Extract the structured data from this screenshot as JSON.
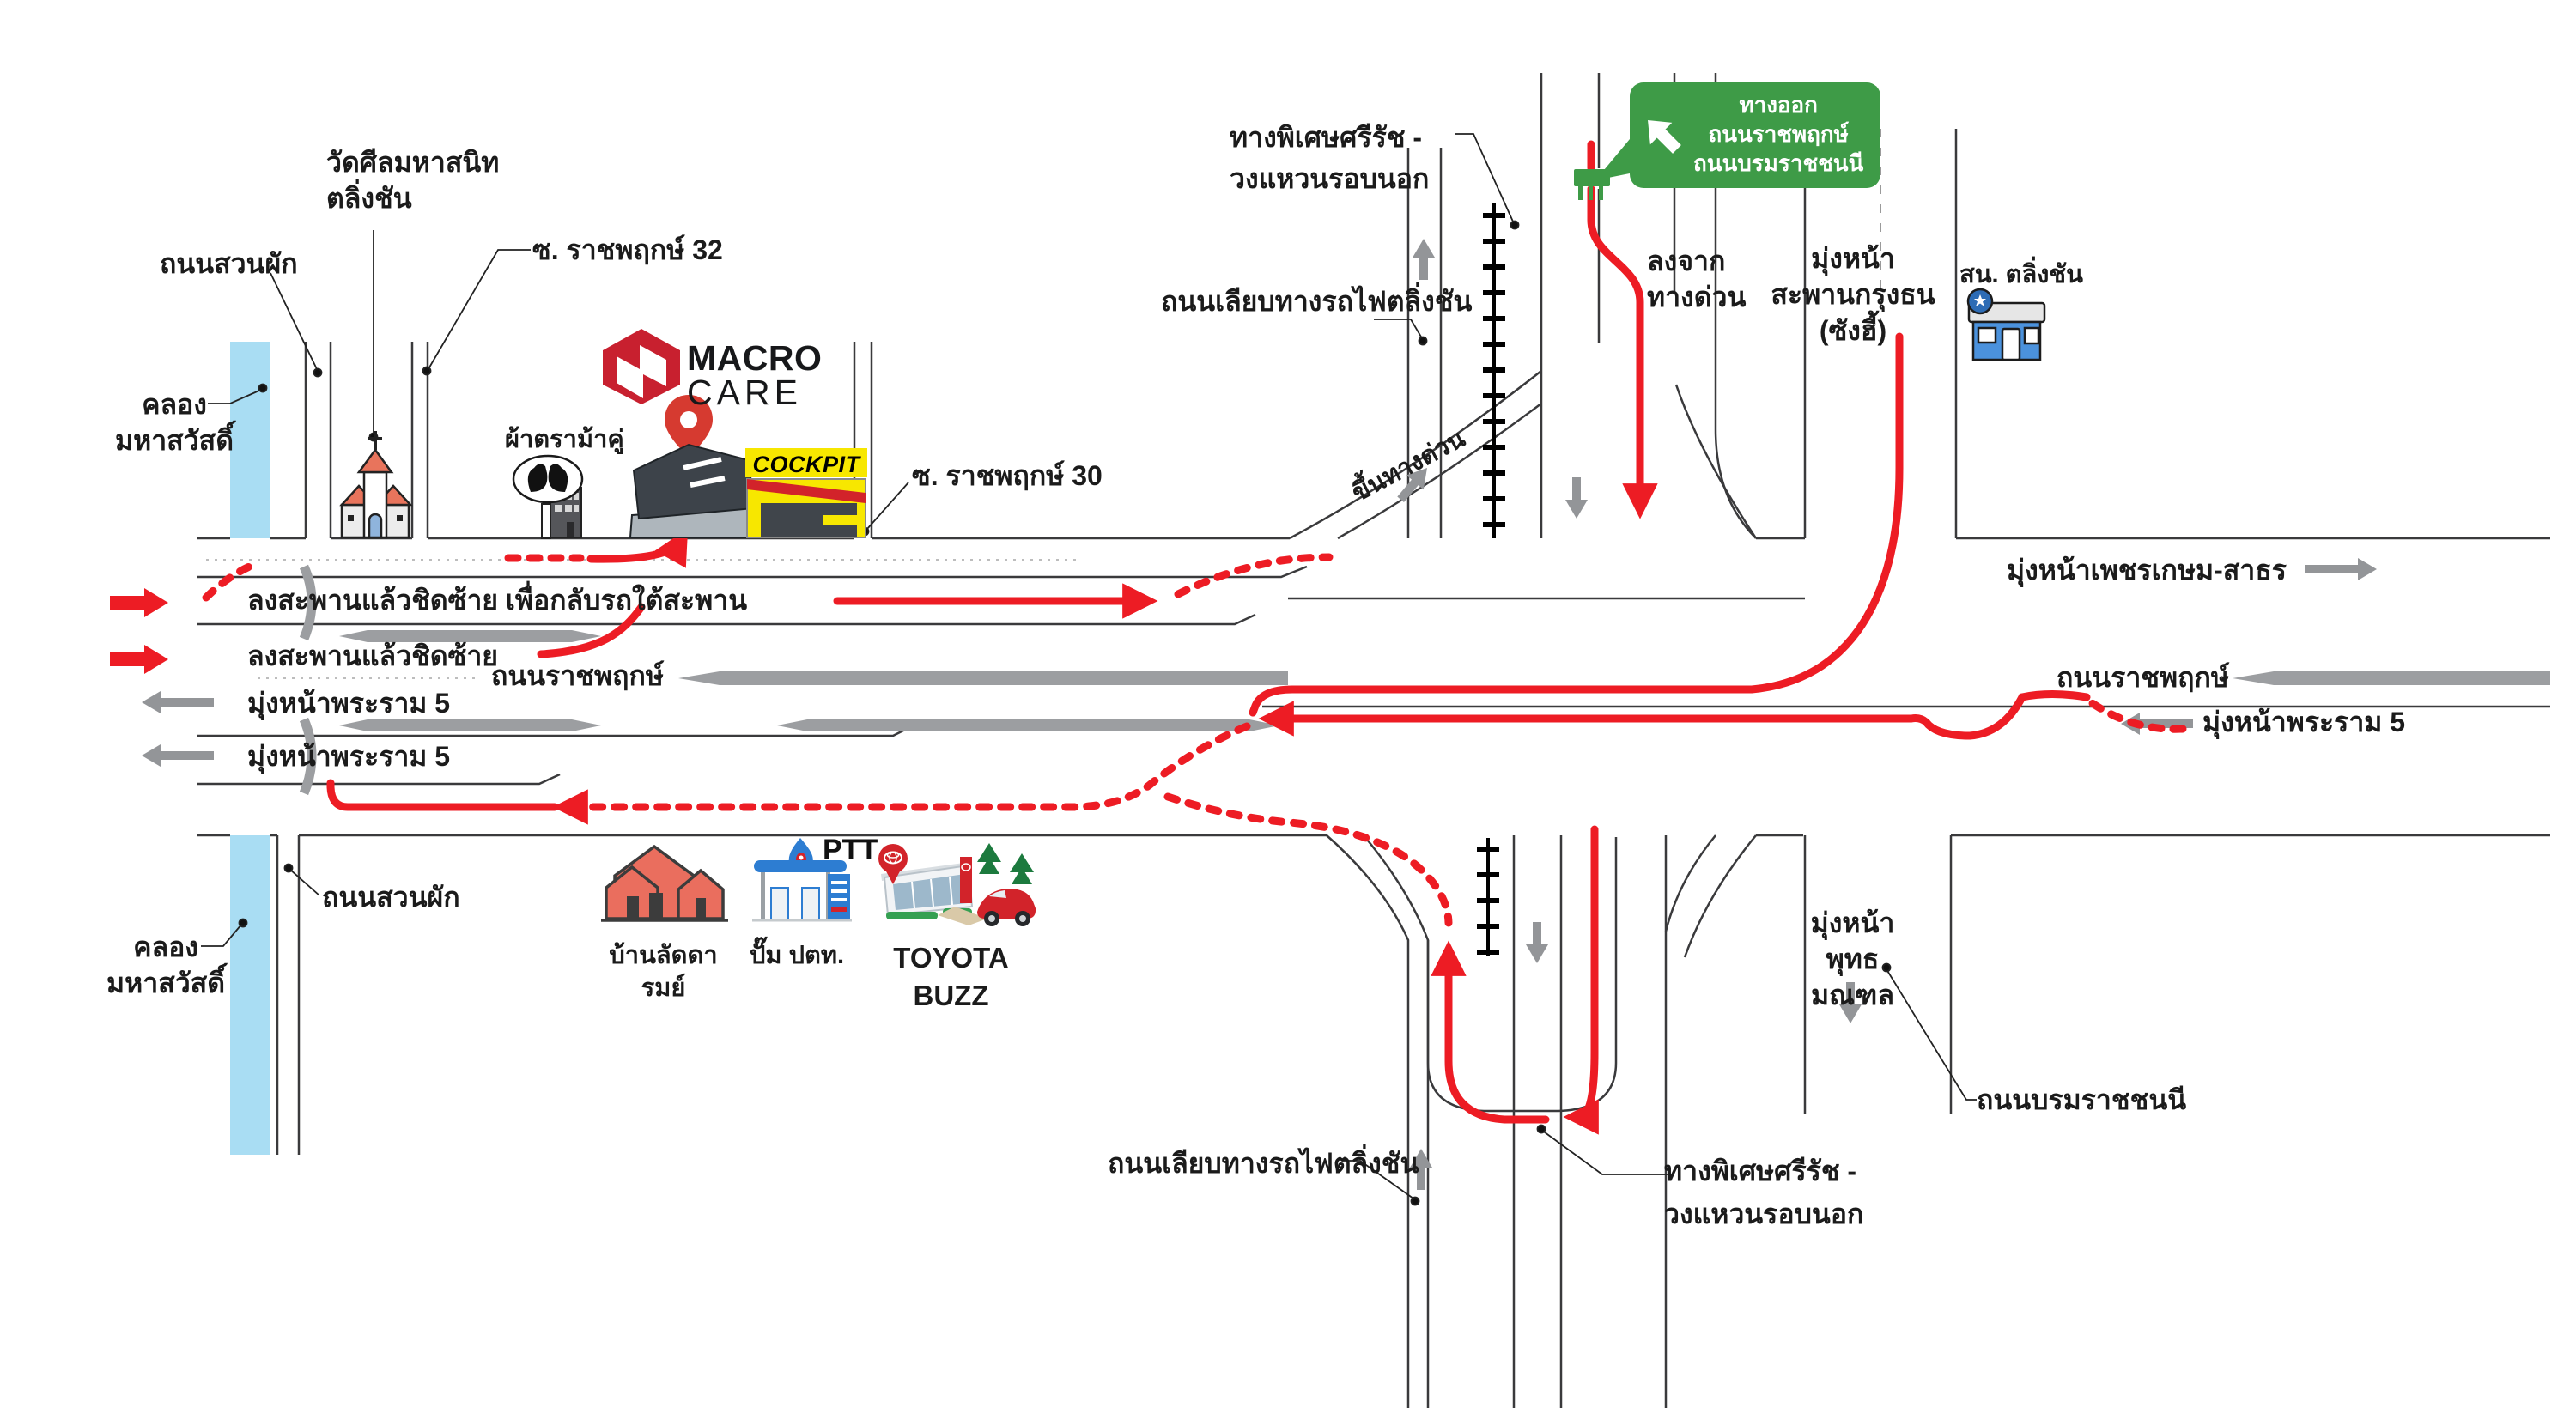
{
  "brand": {
    "name_line1": "MACRO",
    "name_line2": "CARE"
  },
  "exit_badge": {
    "line1": "ทางออก",
    "line2": "ถนนราชพฤกษ์",
    "line3": "ถนนบรมราชชนนี"
  },
  "instructions": {
    "exit_bridge_uturn": "ลงสะพานแล้วชิดซ้าย เพื่อกลับรถใต้สะพาน",
    "exit_bridge_keep_left": "ลงสะพานแล้วชิดซ้าย",
    "from_expressway": "ลงจาก\nทางด่วน",
    "up_expressway": "ขึ้นทางด่วน"
  },
  "roads": {
    "suan_phak_top": "ถนนสวนผัก",
    "suan_phak_bottom": "ถนนสวนผัก",
    "soi_ratchaphruek_32": "ซ. ราชพฤกษ์ 32",
    "soi_ratchaphruek_30": "ซ. ราชพฤกษ์ 30",
    "ratchaphruek_left": "ถนนราชพฤกษ์",
    "ratchaphruek_right": "ถนนราชพฤกษ์",
    "khlong_mahasawat_top": "คลอง\nมหาสวัสดิ์",
    "khlong_mahasawat_bottom": "คลอง\nมหาสวัสดิ์",
    "railway_road_top": "ถนนเลียบทางรถไฟตลิ่งชัน",
    "railway_road_bottom": "ถนนเลียบทางรถไฟตลิ่งชัน",
    "sirat_expressway_top": "ทางพิเศษศรีรัช -\nวงแหวนรอบนอก",
    "sirat_expressway_bottom": "ทางพิเศษศรีรัช -\nวงแหวนรอบนอก",
    "borommaratchachonnani": "ถนนบรมราชชนนี"
  },
  "directions": {
    "to_rama5_left1": "มุ่งหน้าพระราม 5",
    "to_rama5_left2": "มุ่งหน้าพระราม 5",
    "to_rama5_right": "มุ่งหน้าพระราม 5",
    "to_phetkasem_sathorn": "มุ่งหน้าเพชรเกษม-สาธร",
    "to_krungthon_bridge": "มุ่งหน้า\nสะพานกรุงธน\n(ซังฮี้)",
    "to_phutthamonthon": "มุ่งหน้า\nพุทธมณฑล"
  },
  "landmarks": {
    "wat": "วัดศีลมหาสนิท\nตลิ่งชัน",
    "pa_tra_ma_ku": "ผ้าตราม้าคู่",
    "cockpit": "COCKPIT",
    "police_station": "สน. ตลิ่งชัน",
    "baan_laddarom": "บ้านลัดดารมย์",
    "ptt_station": "ปั๊ม ปตท.",
    "ptt_logo": "PTT",
    "toyota_buzz": "TOYOTA BUZZ"
  },
  "colors": {
    "route_red": "#ed1c24",
    "canal_blue": "#a9ddf3",
    "badge_green": "#3e9b47",
    "road_gray": "#9c9ea1",
    "arrow_gray": "#939598",
    "cockpit_yellow": "#f7e700"
  }
}
